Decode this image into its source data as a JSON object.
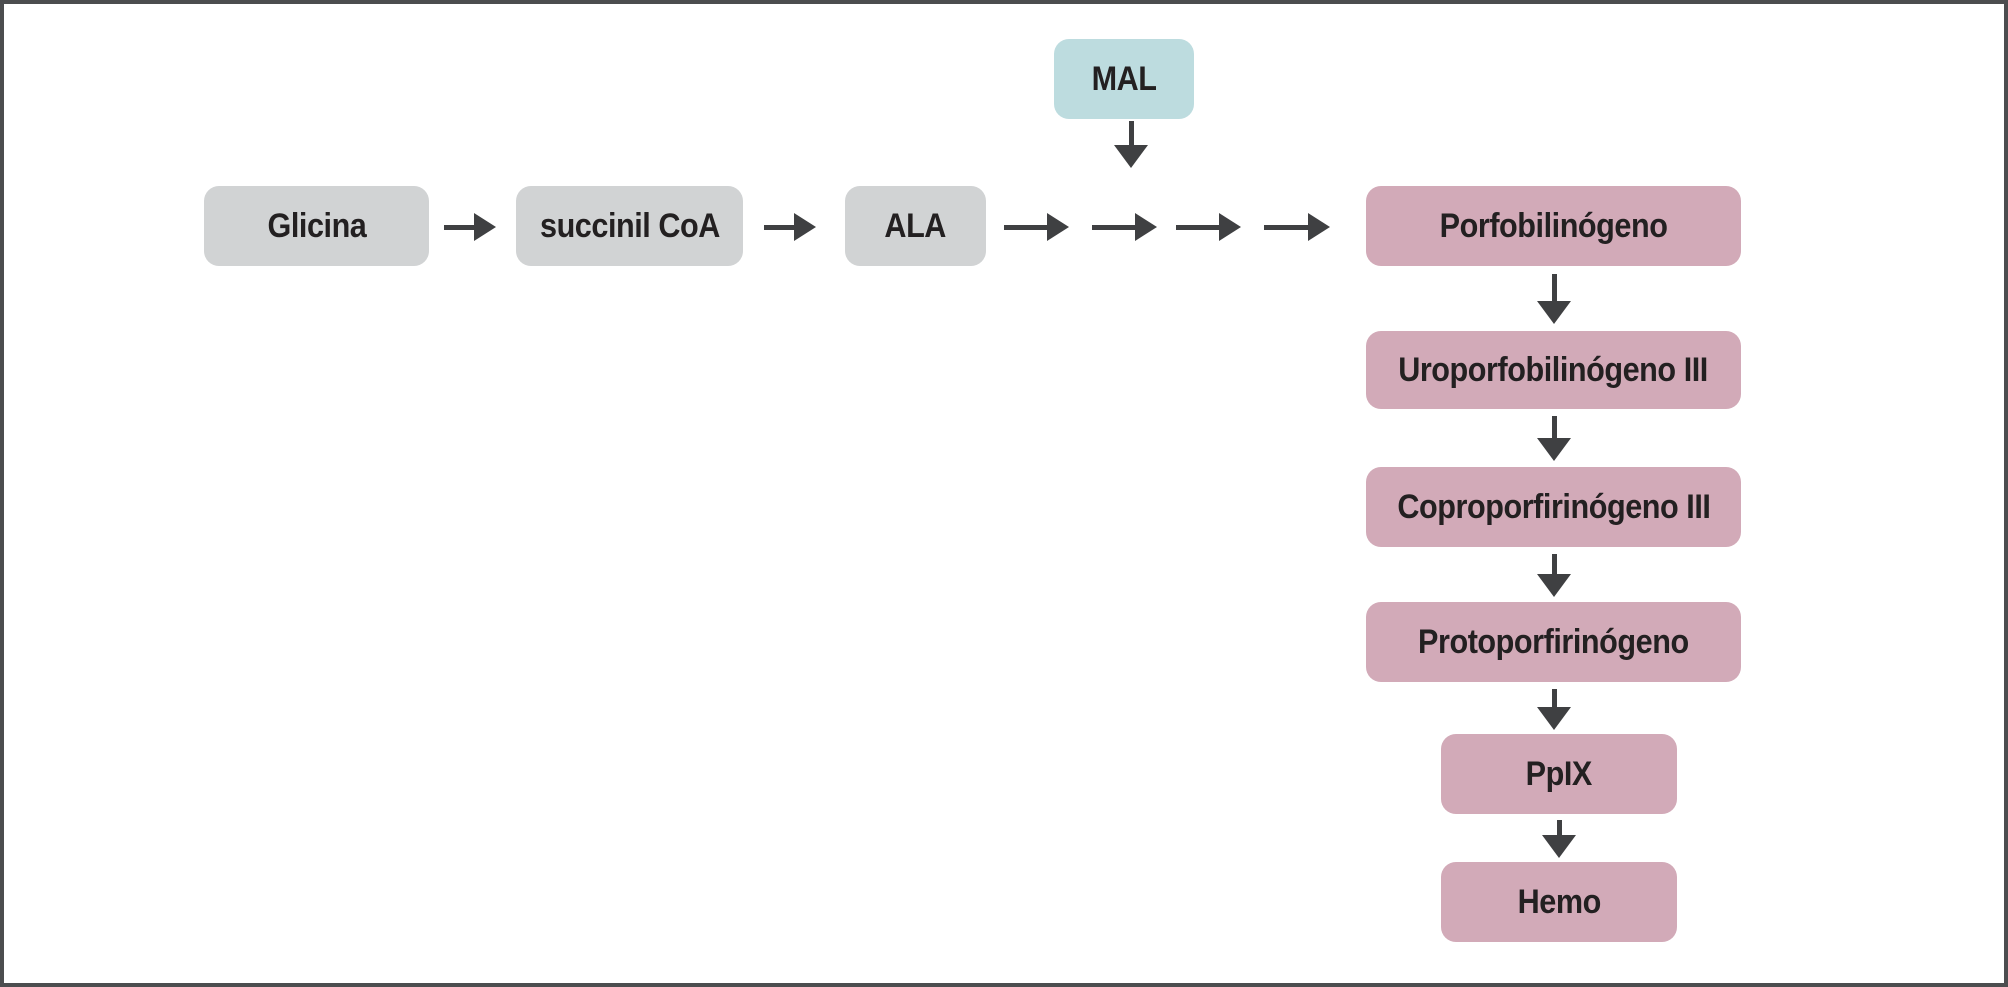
{
  "diagram": {
    "type": "flowchart",
    "nodes": {
      "mal": "MAL",
      "glicina": "Glicina",
      "succinil_coa": "succinil CoA",
      "ala": "ALA",
      "porfobilinogeno": "Porfobilinógeno",
      "uroporfobilinogeno_iii": "Uroporfobilinógeno III",
      "coproporfirinogeno_iii": "Coproporfirinógeno III",
      "protoporfirinogeno": "Protoporfirinógeno",
      "ppix": "PpIX",
      "hemo": "Hemo"
    },
    "edges": [
      {
        "from": "glicina",
        "to": "succinil_coa",
        "arrow_count": 1
      },
      {
        "from": "succinil_coa",
        "to": "ala",
        "arrow_count": 1
      },
      {
        "from": "ala",
        "to": "porfobilinogeno",
        "arrow_count": 4
      },
      {
        "from": "mal",
        "to": "ala_porfobilinogeno_chain",
        "arrow_count": 1,
        "direction": "down"
      },
      {
        "from": "porfobilinogeno",
        "to": "uroporfobilinogeno_iii",
        "arrow_count": 1,
        "direction": "down"
      },
      {
        "from": "uroporfobilinogeno_iii",
        "to": "coproporfirinogeno_iii",
        "arrow_count": 1,
        "direction": "down"
      },
      {
        "from": "coproporfirinogeno_iii",
        "to": "protoporfirinogeno",
        "arrow_count": 1,
        "direction": "down"
      },
      {
        "from": "protoporfirinogeno",
        "to": "ppix",
        "arrow_count": 1,
        "direction": "down"
      },
      {
        "from": "ppix",
        "to": "hemo",
        "arrow_count": 1,
        "direction": "down"
      }
    ],
    "colors": {
      "background": "#ffffff",
      "frame_border": "#4c4d4f",
      "box_gray": "#d1d3d4",
      "box_pink": "#d2aab8",
      "box_teal": "#bddcdf",
      "arrow": "#3f4042",
      "text": "#232021"
    }
  }
}
